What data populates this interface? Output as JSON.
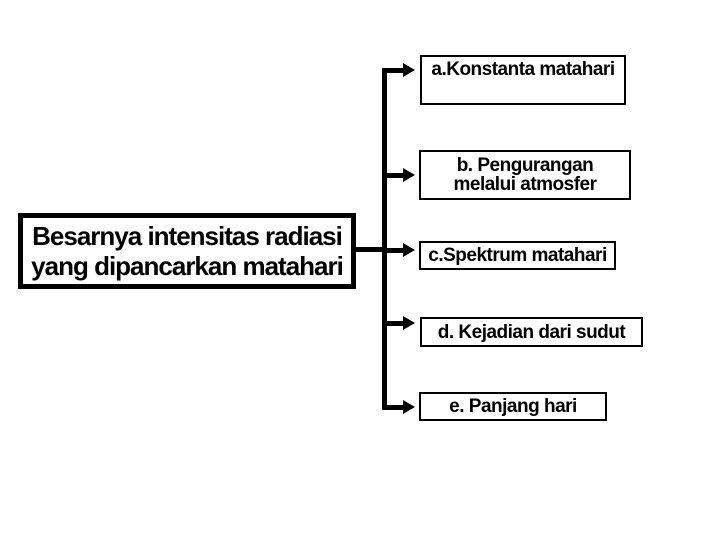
{
  "colors": {
    "background": "#ffffff",
    "line": "#000000",
    "box_fill": "#ffffff",
    "box_border": "#000000",
    "text": "#000000"
  },
  "diagram": {
    "root_box": {
      "lines": [
        "Besarnya intensitas radiasi",
        "yang dipancarkan matahari"
      ]
    },
    "branches": [
      {
        "key": "a",
        "lines": [
          "a.Konstanta matahari"
        ]
      },
      {
        "key": "b",
        "lines": [
          "b. Pengurangan",
          "melalui atmosfer"
        ]
      },
      {
        "key": "c",
        "lines": [
          "c.Spektrum matahari"
        ]
      },
      {
        "key": "d",
        "lines": [
          "d. Kejadian dari sudut"
        ]
      },
      {
        "key": "e",
        "lines": [
          "e. Panjang hari"
        ]
      }
    ]
  }
}
